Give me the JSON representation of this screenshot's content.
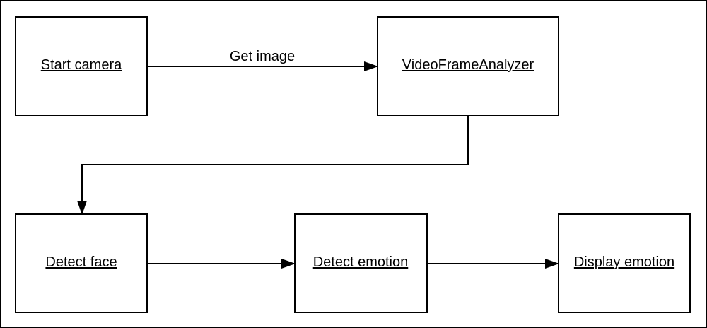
{
  "nodes": {
    "start_camera": "Start camera",
    "video_frame_analyzer": "VideoFrameAnalyzer",
    "detect_face": "Detect face",
    "detect_emotion": "Detect emotion",
    "display_emotion": "Display emotion"
  },
  "edges": {
    "get_image": "Get image"
  }
}
